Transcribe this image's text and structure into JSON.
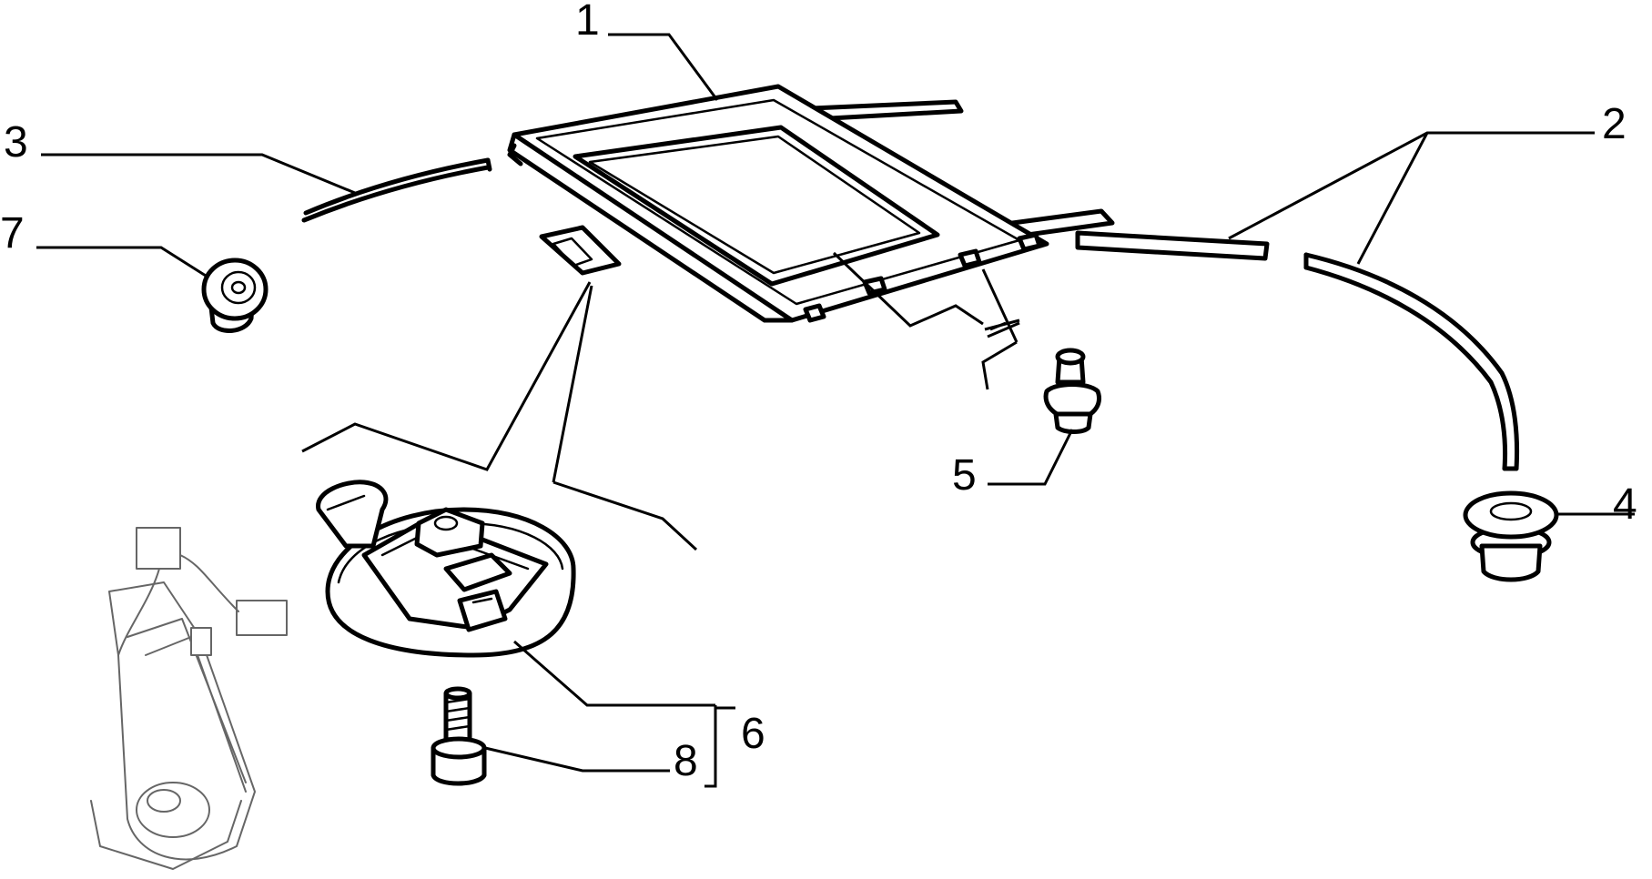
{
  "diagram": {
    "callouts": {
      "c1": "1",
      "c2": "2",
      "c3": "3",
      "c4": "4",
      "c5": "5",
      "c6": "6",
      "c7": "7",
      "c8": "8"
    },
    "parts": [
      "sunroof-frame",
      "drain-tube-rear",
      "drain-tube-front",
      "grommet",
      "push-clip",
      "motor-assembly",
      "drain-plug",
      "bolt",
      "motor-mechanism-inset"
    ]
  }
}
